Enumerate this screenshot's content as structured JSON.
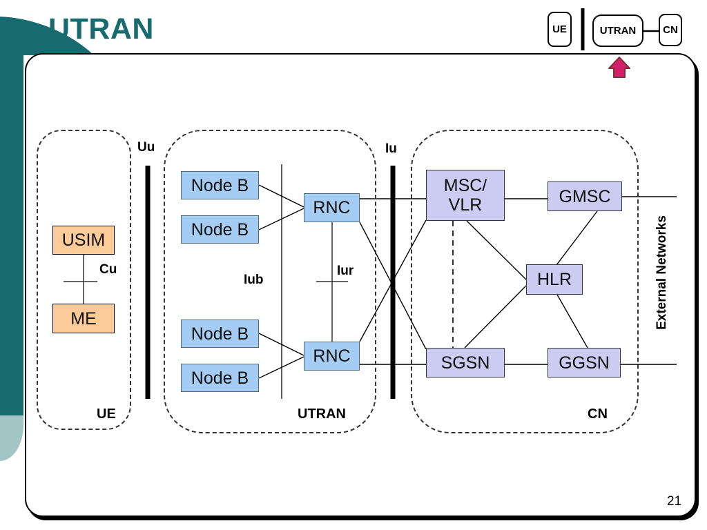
{
  "slide": {
    "title": "UTRAN",
    "page_number": "21"
  },
  "nav": {
    "ue": "UE",
    "utran": "UTRAN",
    "cn": "CN",
    "indicator_icon": "up-arrow",
    "indicator_points_to": "UTRAN"
  },
  "diagram": {
    "groups": {
      "ue_label": "UE",
      "utran_label": "UTRAN",
      "cn_label": "CN"
    },
    "interfaces": {
      "uu": "Uu",
      "cu": "Cu",
      "iub": "Iub",
      "iur": "Iur",
      "iu": "Iu"
    },
    "nodes": {
      "usim": "USIM",
      "me": "ME",
      "nodeb": "Node B",
      "rnc": "RNC",
      "msc_vlr_line1": "MSC/",
      "msc_vlr_line2": "VLR",
      "gmsc": "GMSC",
      "hlr": "HLR",
      "sgsn": "SGSN",
      "ggsn": "GGSN"
    },
    "side_label": "External Networks",
    "connections": [
      "USIM-ME (Cu)",
      "NodeB-RNC x4 (Iub)",
      "RNC-RNC (Iur)",
      "RNC1-MSC/VLR (Iu)",
      "RNC1-SGSN (Iu)",
      "RNC2-MSC/VLR (Iu)",
      "RNC2-SGSN (Iu)",
      "MSC/VLR-GMSC",
      "MSC/VLR-HLR",
      "MSC/VLR-SGSN (dashed)",
      "GMSC-HLR",
      "HLR-SGSN",
      "HLR-GGSN",
      "SGSN-GGSN",
      "GMSC-External Networks",
      "GGSN-External Networks"
    ]
  },
  "colors": {
    "title_teal": "#176a6d",
    "decor_teal_dark": "#176a6d",
    "decor_teal_light": "#a3c6c4",
    "box_orange": "#fbcb98",
    "box_blue": "#a5cdf3",
    "box_lavender": "#ccccf2",
    "arrow_pink": "#ce2168",
    "arrow_border": "#7f2d35",
    "line_black": "#000000"
  }
}
